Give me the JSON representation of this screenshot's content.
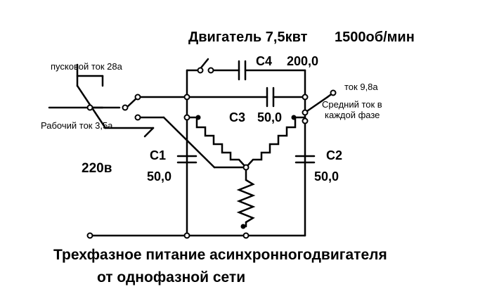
{
  "motor_title": "Двигатель 7,5квт",
  "motor_speed": "1500об/мин",
  "start_current": "пусковой ток 28а",
  "work_current": "Рабочий ток 3,5а",
  "supply_voltage": "220в",
  "phase_current": "ток 9,8а",
  "avg_current_line1": "Средний ток в",
  "avg_current_line2": "каждой фазе",
  "c4": {
    "name": "C4",
    "value": "200,0"
  },
  "c3": {
    "name": "C3",
    "value": "50,0"
  },
  "c1": {
    "name": "C1",
    "value": "50,0"
  },
  "c2": {
    "name": "C2",
    "value": "50,0"
  },
  "caption_line1": "Трехфазное  питание  асинхронногодвигателя",
  "caption_line2": "от однофазной  сети"
}
